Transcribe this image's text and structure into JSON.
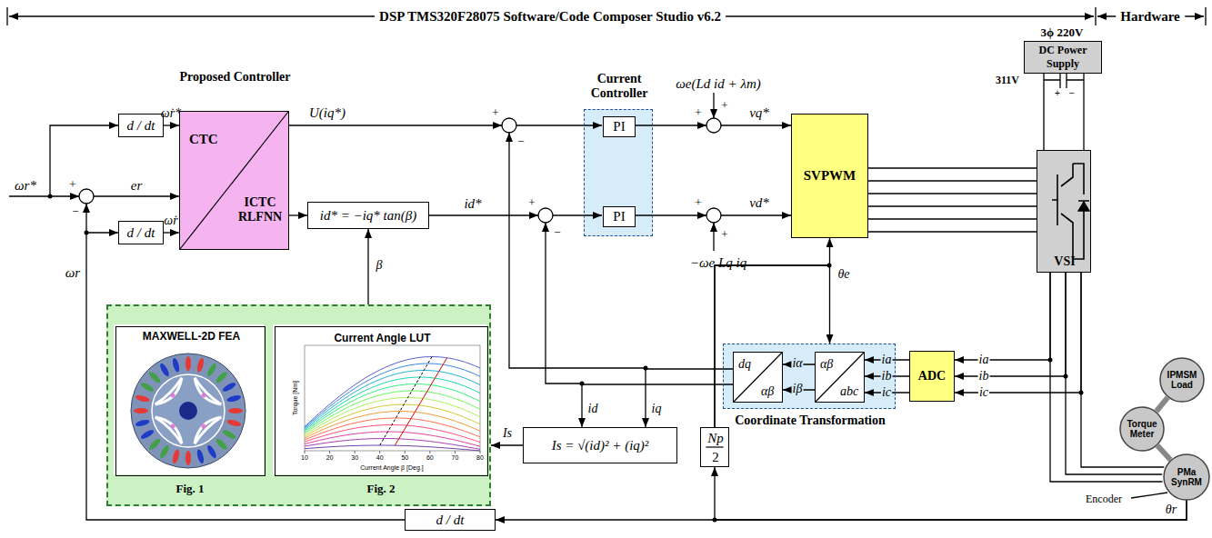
{
  "diagram": {
    "nodes": [
      {
        "text": [
          "Proposed Controller",
          "CTC",
          "ICTC RLFNN"
        ]
      },
      {
        "text": [
          "d / dt"
        ]
      },
      {
        "text": [
          "d / dt"
        ]
      },
      {
        "text": [
          "id* = −iq* tan(β)"
        ]
      },
      {
        "text": [
          "Current Controller"
        ]
      },
      {
        "text": [
          "PI"
        ],
        "in": 4
      },
      {
        "text": [
          "PI"
        ],
        "in": 4
      },
      {
        "text": [
          "SVPWM"
        ]
      },
      {
        "text": [
          "DC Power Supply"
        ]
      },
      {
        "text": [
          "VSI"
        ]
      },
      {
        "text": [
          "Fig. 1",
          "Fig. 2"
        ]
      },
      {
        "text": [
          "MAXWELL-2D FEA"
        ],
        "in": 10
      },
      {
        "text": [
          "Current Angle LUT"
        ],
        "in": 10
      },
      {
        "text": [
          "Is = √(id)² + (iq)²"
        ]
      },
      {
        "text": [
          "Np",
          "2"
        ]
      },
      {
        "text": [
          "Coordinate Transformation"
        ]
      },
      {
        "text": [
          "dq",
          "αβ"
        ],
        "in": 15
      },
      {
        "text": [
          "αβ",
          "abc"
        ],
        "in": 15
      },
      {
        "text": [
          "ADC"
        ]
      },
      {
        "text": [
          "IPMSM Load"
        ]
      },
      {
        "text": [
          "Torque Meter"
        ]
      },
      {
        "text": [
          "PMa SynRM"
        ]
      },
      {
        "text": [
          "d / dt"
        ]
      }
    ],
    "edges": [
      {
        "from": 1,
        "to": 0,
        "arrow": "to",
        "label": "ω̇r*"
      },
      {
        "from": 2,
        "to": 0,
        "arrow": "to",
        "label": "ω̇r"
      },
      {
        "from": 0,
        "to": 3,
        "arrow": "to"
      },
      {
        "from": 10,
        "to": 3,
        "arrow": "to",
        "label": "β"
      },
      {
        "from": 13,
        "to": 10,
        "arrow": "to",
        "label": "Is"
      },
      {
        "from": 16,
        "to": 13,
        "arrow": "to",
        "label": "id"
      },
      {
        "from": 16,
        "to": 13,
        "arrow": "to",
        "label": "iq"
      },
      {
        "from": 7,
        "to": 9,
        "arrow": "none"
      },
      {
        "from": 8,
        "to": 9,
        "arrow": "none"
      },
      {
        "from": 9,
        "to": 21,
        "arrow": "none"
      },
      {
        "from": 9,
        "to": 18,
        "arrow": "to",
        "label": "ia"
      },
      {
        "from": 9,
        "to": 18,
        "arrow": "to",
        "label": "ib"
      },
      {
        "from": 9,
        "to": 18,
        "arrow": "to",
        "label": "ic"
      },
      {
        "from": 18,
        "to": 17,
        "arrow": "to",
        "label": "ia"
      },
      {
        "from": 18,
        "to": 17,
        "arrow": "to",
        "label": "ib"
      },
      {
        "from": 18,
        "to": 17,
        "arrow": "to",
        "label": "ic"
      },
      {
        "from": 17,
        "to": 16,
        "arrow": "to",
        "label": "iα"
      },
      {
        "from": 17,
        "to": 16,
        "arrow": "to",
        "label": "iβ"
      },
      {
        "from": 21,
        "to": 20,
        "arrow": "none"
      },
      {
        "from": 20,
        "to": 19,
        "arrow": "none"
      },
      {
        "from": 21,
        "to": 22,
        "arrow": "to",
        "label": "θr"
      },
      {
        "from": 21,
        "to": 14,
        "arrow": "to"
      },
      {
        "from": 14,
        "to": 7,
        "arrow": "to",
        "label": "θe"
      },
      {
        "from": 14,
        "to": 15,
        "arrow": "to"
      }
    ],
    "labels": [
      "DSP TMS320F28075 Software/Code Composer Studio v6.2",
      "Hardware",
      "ωr*",
      "+",
      "−",
      "ωr",
      "er",
      "U(iq*)",
      "+",
      "−",
      "id*",
      "+",
      "−",
      "+",
      "+",
      "ωe(Ld id + λm)",
      "vq*",
      "+",
      "+",
      "−ωe Lq iq",
      "vd*",
      "3ϕ 220V",
      "311V",
      "+",
      "−",
      "Encoder",
      "Torque [Nm]",
      "Current Angle β [Deg.]",
      "10",
      "20",
      "30",
      "40",
      "50",
      "60",
      "70",
      "80"
    ]
  }
}
